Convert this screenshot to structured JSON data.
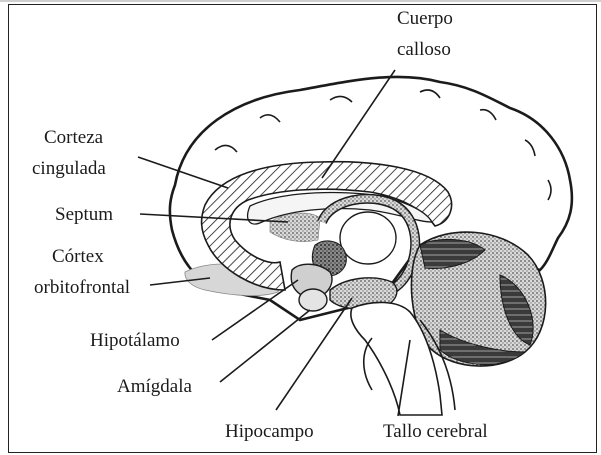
{
  "diagram": {
    "labels": {
      "cuerpo_calloso_1": "Cuerpo",
      "cuerpo_calloso_2": "calloso",
      "corteza_cingulada_1": "Corteza",
      "corteza_cingulada_2": "cingulada",
      "septum": "Septum",
      "cortex_orbitofrontal_1": "Córtex",
      "cortex_orbitofrontal_2": "orbitofrontal",
      "hipotalamo": "Hipotálamo",
      "amigdala": "Amígdala",
      "hipocampo": "Hipocampo",
      "tallo_cerebral": "Tallo cerebral"
    },
    "colors": {
      "ink": "#1b1b1b",
      "dark_region": "#3a3a3a",
      "shade_light": "#d7d7d7",
      "shade_mid": "#a9a9a9"
    }
  }
}
